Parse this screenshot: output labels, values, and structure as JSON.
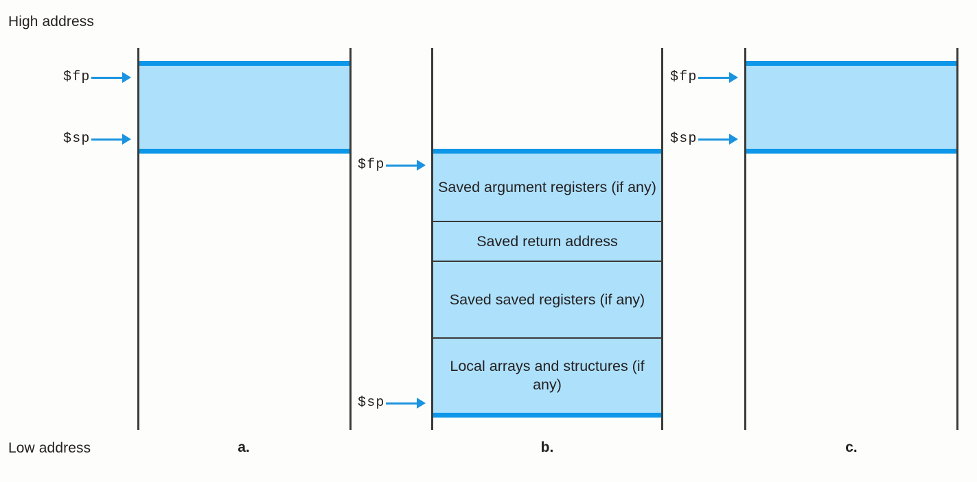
{
  "diagram": {
    "title_high": "High address",
    "title_low": "Low address",
    "accent_blue": "#0e97e8",
    "fill_blue": "#ade0fb",
    "rail_color": "#3a3a38",
    "arrow_color": "#1a93e0"
  },
  "panels": [
    {
      "id": "a",
      "letter": "a.",
      "pointers": [
        {
          "name": "frame-pointer",
          "label": "$fp"
        },
        {
          "name": "stack-pointer",
          "label": "$sp"
        }
      ],
      "cells": []
    },
    {
      "id": "b",
      "letter": "b.",
      "pointers": [
        {
          "name": "frame-pointer",
          "label": "$fp"
        },
        {
          "name": "stack-pointer",
          "label": "$sp"
        }
      ],
      "cells": [
        {
          "name": "saved-argument-registers",
          "text": "Saved argument registers (if any)"
        },
        {
          "name": "saved-return-address",
          "text": "Saved return address"
        },
        {
          "name": "saved-saved-registers",
          "text": "Saved saved registers (if any)"
        },
        {
          "name": "local-arrays-and-structures",
          "text": "Local arrays and structures (if any)"
        }
      ]
    },
    {
      "id": "c",
      "letter": "c.",
      "pointers": [
        {
          "name": "frame-pointer",
          "label": "$fp"
        },
        {
          "name": "stack-pointer",
          "label": "$sp"
        }
      ],
      "cells": []
    }
  ]
}
